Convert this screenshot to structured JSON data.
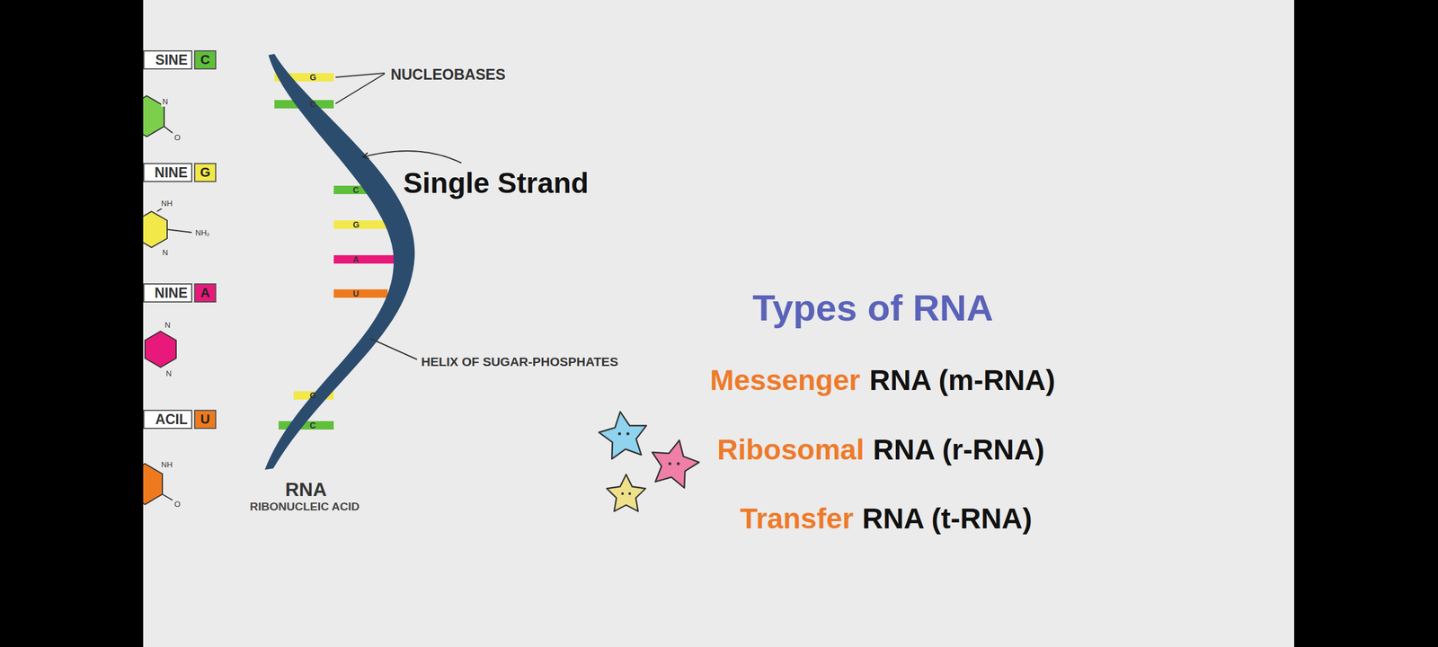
{
  "diagram": {
    "title": "Types of RNA",
    "nodes": [
      {
        "text": [
          "SINE"
        ]
      },
      {
        "text": [
          "C"
        ]
      },
      {
        "text": [
          "NINE"
        ]
      },
      {
        "text": [
          "G"
        ]
      },
      {
        "text": [
          "NINE"
        ]
      },
      {
        "text": [
          "A"
        ]
      },
      {
        "text": [
          "ACIL"
        ]
      },
      {
        "text": [
          "U"
        ]
      }
    ],
    "labels": [
      "NUCLEOBASES",
      "G",
      "C",
      "Single Strand",
      "C",
      "G",
      "A",
      "U",
      "HELIX OF SUGAR-PHOSPHATES",
      "G",
      "C",
      "RNA",
      "RIBONUCLEIC ACID",
      "N",
      "O",
      "NH",
      "NH₂",
      "N",
      "N",
      "N",
      "NH",
      "O",
      "Messenger",
      "RNA (m-RNA)",
      "Ribosomal",
      "RNA (r-RNA)",
      "Transfer",
      "RNA (t-RNA)"
    ]
  }
}
